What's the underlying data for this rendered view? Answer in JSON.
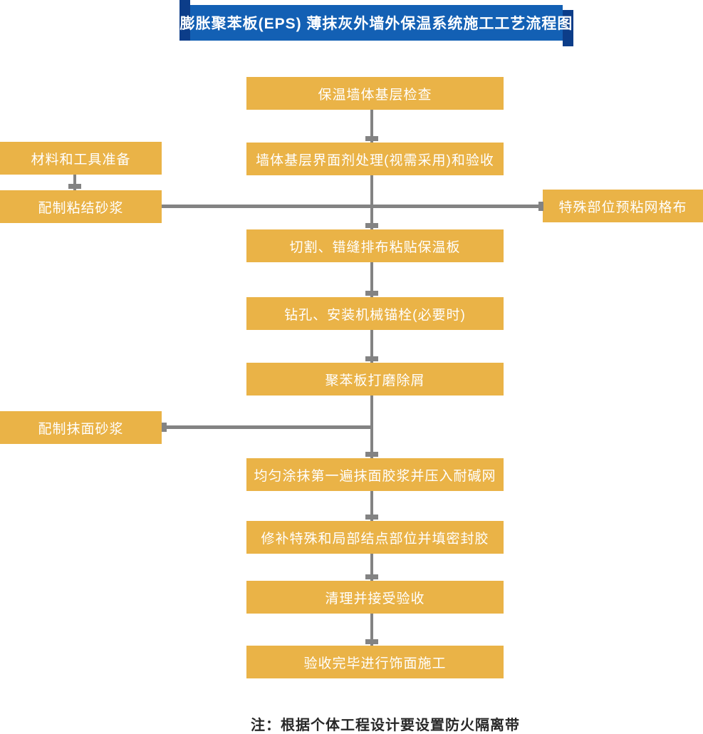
{
  "title": "膨胀聚苯板(EPS) 薄抹灰外墙外保温系统施工工艺流程图",
  "main_steps": [
    "保温墙体基层检查",
    "墙体基层界面剂处理(视需采用)和验收",
    "切割、错缝排布粘贴保温板",
    "钻孔、安装机械锚栓(必要时)",
    "聚苯板打磨除屑",
    "均匀涂抹第一遍抹面胶浆并压入耐碱网",
    "修补特殊和局部结点部位并填密封胶",
    "清理并接受验收",
    "验收完毕进行饰面施工"
  ],
  "side_steps": {
    "left_top": "材料和工具准备",
    "left_mid": "配制粘结砂浆",
    "left_lower": "配制抹面砂浆",
    "right": "特殊部位预粘网格布"
  },
  "note": "注：根据个体工程设计要设置防火隔离带",
  "colors": {
    "box_orange": "#EAB347",
    "title_blue": "#1360B4",
    "title_blue_dark": "#0C3D89",
    "connector_gray": "#838383",
    "note_text": "#282828"
  }
}
